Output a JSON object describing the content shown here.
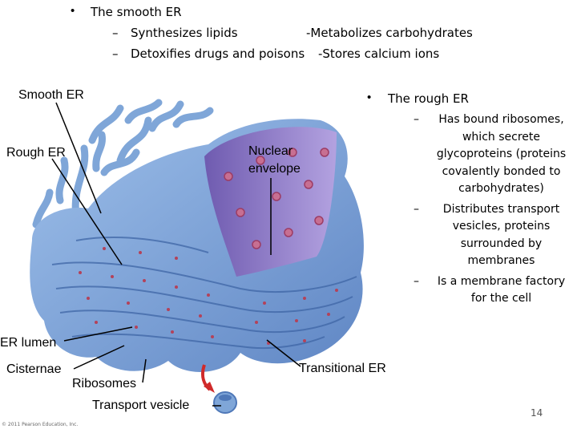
{
  "top": {
    "heading": "The smooth ER",
    "items": [
      "Synthesizes lipids",
      "Detoxifies drugs and poisons"
    ],
    "right_items": [
      "-Metabolizes carbohydrates",
      "-Stores calcium ions"
    ]
  },
  "labels": {
    "smooth_er": "Smooth ER",
    "rough_er": "Rough ER",
    "nuclear_envelope_1": "Nuclear",
    "nuclear_envelope_2": "envelope",
    "er_lumen": "ER lumen",
    "cisternae": "Cisternae",
    "ribosomes": "Ribosomes",
    "transport_vesicle": "Transport vesicle",
    "transitional_er": "Transitional ER"
  },
  "rough": {
    "heading": "The rough ER",
    "items": [
      [
        "Has bound ribosomes,",
        "which secrete",
        "glycoproteins (proteins",
        "covalently bonded to",
        "carbohydrates)"
      ],
      [
        "Distributes transport",
        "vesicles, proteins",
        "surrounded by",
        "membranes"
      ],
      [
        "Is a membrane factory",
        "for the cell"
      ]
    ]
  },
  "page_number": "14",
  "copyright": "© 2011 Pearson Education, Inc.",
  "colors": {
    "er_blue": "#7fa6d8",
    "er_dark": "#4f78b8",
    "nucleus_purple": "#8a73c0",
    "ribosome_red": "#b3425a"
  }
}
